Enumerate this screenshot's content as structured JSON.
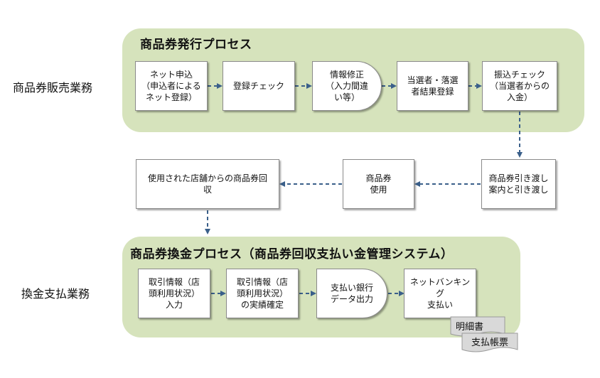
{
  "lanes": {
    "sales": "商品券販売業務",
    "exchange": "換金支払業務"
  },
  "issue_process": {
    "title": "商品券発行プロセス",
    "steps": [
      "ネット申込\n（申込者による\nネット登録）",
      "登録チェック",
      "情報修正\n（入力間違\nい等）",
      "当選者・落選\n者結果登録",
      "振込チェック\n（当選者からの\n入金）"
    ]
  },
  "middle_steps": [
    "商品券引き渡し\n案内と引き渡し",
    "商品券\n使用",
    "使用された店舗からの商品券回\n収"
  ],
  "exchange_process": {
    "title": "商品券換金プロセス（商品券回収支払い金管理システム）",
    "steps": [
      "取引情報（店\n頭利用状況）\n入力",
      "取引情報（店\n頭利用状況）\nの実績確定",
      "支払い銀行\nデータ出力",
      "ネットバンキング\n支払い"
    ],
    "documents": [
      "明細書",
      "支払帳票"
    ]
  },
  "colors": {
    "panel": "#d6e3bc",
    "arrow": "#3a5f8a",
    "box_border": "#8a8a8a"
  }
}
